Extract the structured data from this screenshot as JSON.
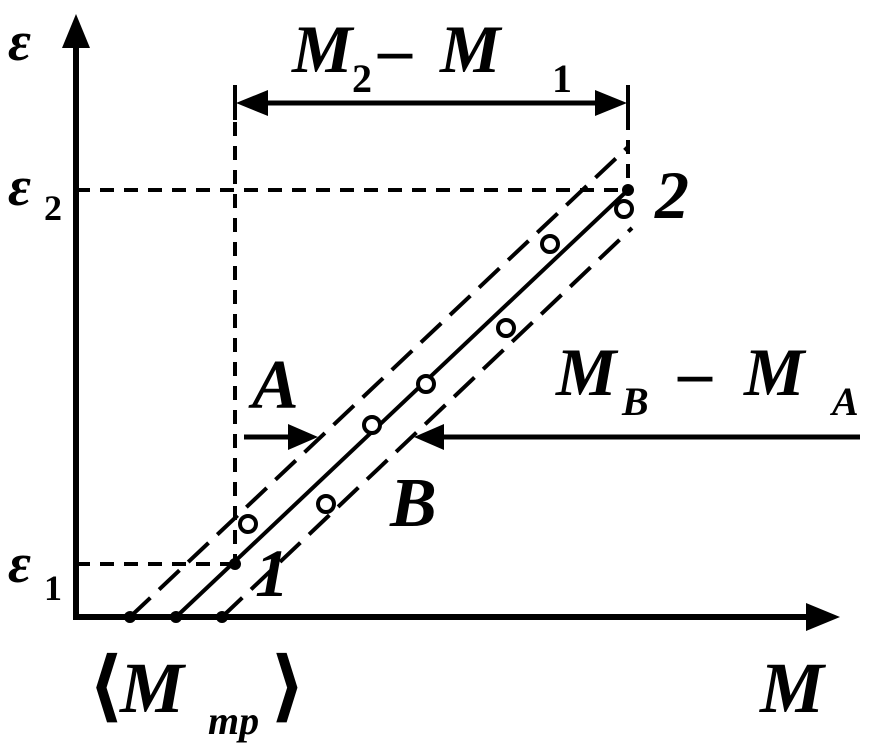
{
  "labels": {
    "y_axis": "ε",
    "x_axis": "M",
    "eps2": "ε",
    "eps2_sub": "2",
    "eps1": "ε",
    "eps1_sub": "1",
    "top_M_a": "M",
    "top_sub_a": "2",
    "top_dash": "–",
    "top_M_b": "M",
    "top_sub_b": "1",
    "point2": "2",
    "point1": "1",
    "A": "A",
    "B": "B",
    "mb_M_a": "M",
    "mb_sub_a": "B",
    "mb_dash": "–",
    "mb_M_b": "M",
    "mb_sub_b": "A",
    "mmp_open": "⟨",
    "mmp_M": "M",
    "mmp_sub": "mp",
    "mmp_close": "⟩"
  },
  "colors": {
    "ink": "#000000",
    "background": "#ffffff"
  }
}
